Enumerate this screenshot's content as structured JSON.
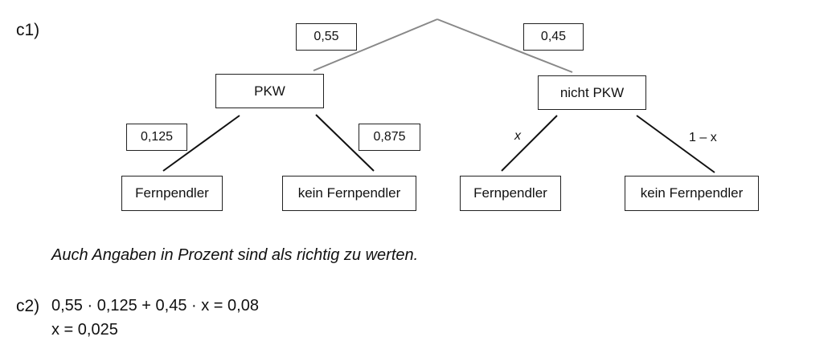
{
  "c1": {
    "label": "c1)",
    "tree": {
      "top": {
        "left_prob": "0,55",
        "right_prob": "0,45"
      },
      "level1": {
        "left_node": "PKW",
        "right_node": "nicht PKW"
      },
      "level2_left": {
        "left_prob": "0,125",
        "right_prob": "0,875",
        "left_node": "Fernpendler",
        "right_node": "kein Fernpendler"
      },
      "level2_right": {
        "left_prob": "x",
        "right_prob": "1 – x",
        "left_node": "Fernpendler",
        "right_node": "kein Fernpendler"
      }
    },
    "note": "Auch Angaben in Prozent sind als richtig zu werten."
  },
  "c2": {
    "label": "c2)",
    "line1": "0,55 · 0,125 + 0,45 · x = 0,08",
    "line2": "x = 0,025"
  }
}
